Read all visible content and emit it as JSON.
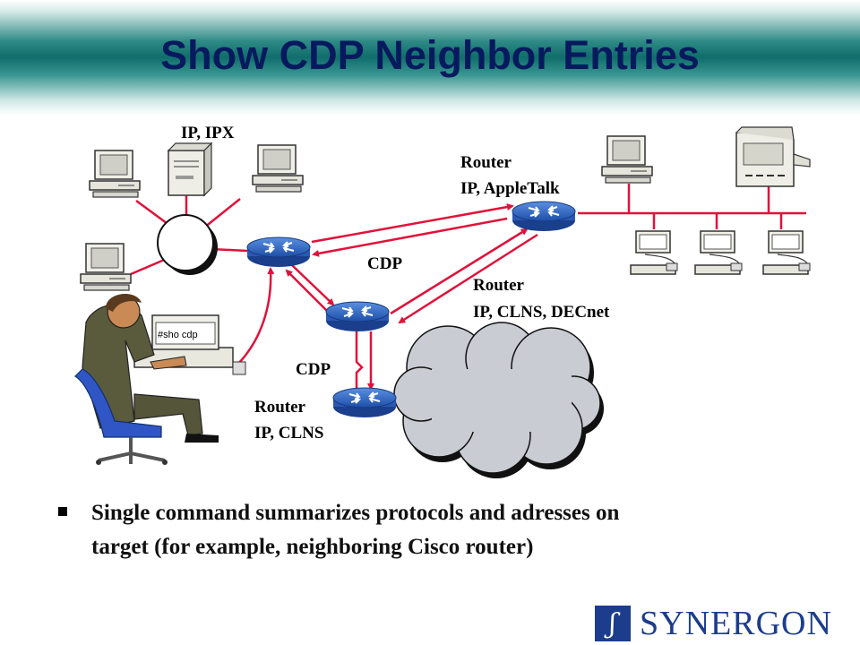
{
  "title": "Show CDP Neighbor Entries",
  "labels": {
    "ip_ipx": "IP, IPX",
    "router_top_1": "Router",
    "router_top_2": "IP, AppleTalk",
    "cdp_upper": "CDP",
    "router_right_1": "Router",
    "router_right_2": "IP, CLNS, DECnet",
    "cdp_lower": "CDP",
    "router_bottom_1": "Router",
    "router_bottom_2": "IP, CLNS",
    "terminal_command": "#sho cdp"
  },
  "bullet": {
    "line1": "Single command summarizes protocols and adresses on",
    "line2": "target (for example, neighboring Cisco router)"
  },
  "logo": {
    "mark": "ʃ",
    "text": "SYNERGON"
  },
  "colors": {
    "link_red": "#e0123a",
    "router_blue": "#2f6bc9",
    "title_navy": "#071a5e",
    "header_teal": "#0f6d6b",
    "logo_blue": "#1c3c8c"
  }
}
